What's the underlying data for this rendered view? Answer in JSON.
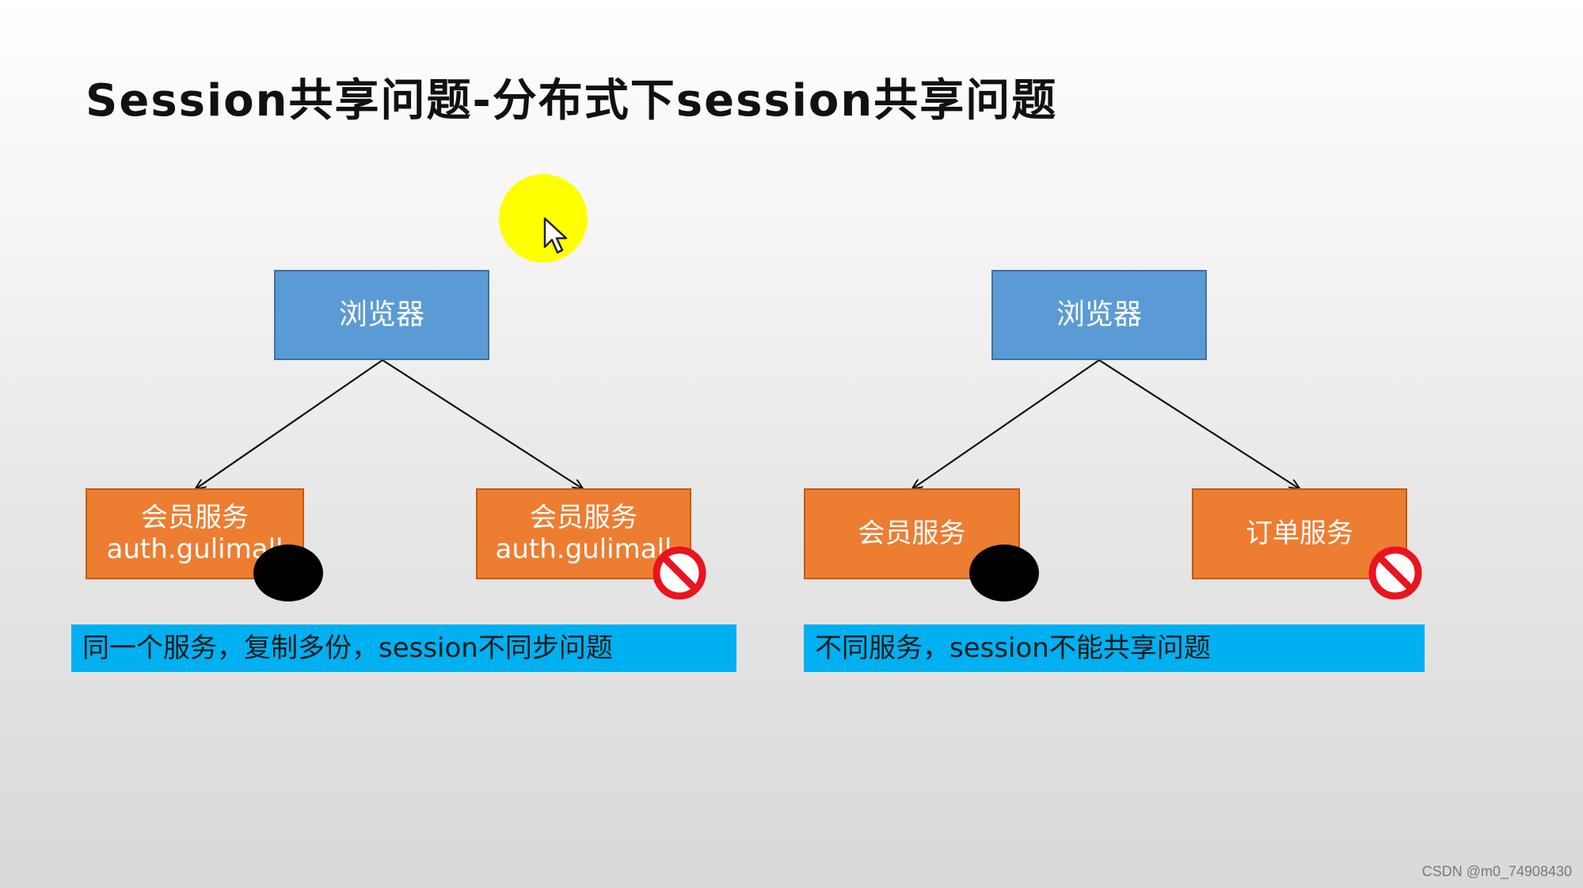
{
  "title": "Session共享问题-分布式下session共享问题",
  "left": {
    "browser": "浏览器",
    "node_a": {
      "line1": "会员服务",
      "line2": "auth.gulimall"
    },
    "node_b": {
      "line1": "会员服务",
      "line2": "auth.gulimall"
    },
    "caption": "同一个服务，复制多份，session不同步问题"
  },
  "right": {
    "browser": "浏览器",
    "node_a": "会员服务",
    "node_b": "订单服务",
    "caption": "不同服务，session不能共享问题"
  },
  "watermark": "CSDN @m0_74908430",
  "colors": {
    "browser_fill": "#5b9bd5",
    "service_fill": "#ed7d31",
    "caption_fill": "#00b0f0",
    "prohibit_red": "#e8141e",
    "pointer_highlight": "#ffff00"
  },
  "icons": {
    "session_holder": "black-dot",
    "session_missing": "prohibited-icon",
    "cursor": "mouse-pointer-icon"
  }
}
